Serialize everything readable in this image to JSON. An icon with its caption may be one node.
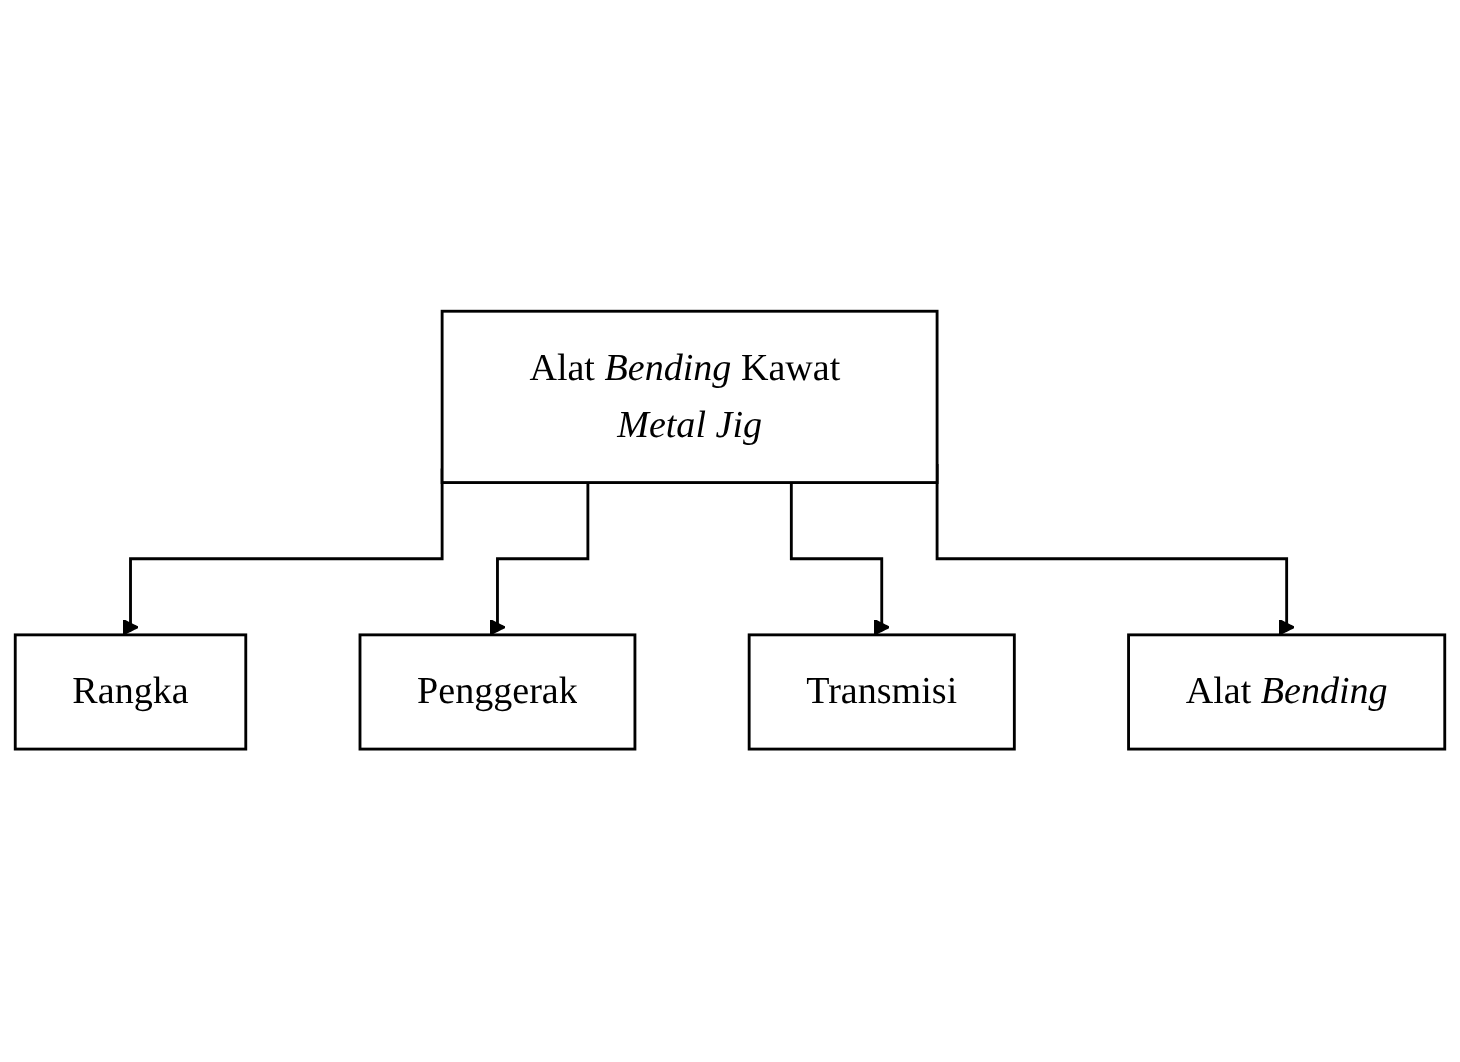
{
  "diagram": {
    "nodes": [
      {
        "text": [
          "Alat *Bending* Kawat *Metal Jig*"
        ]
      },
      {
        "text": [
          "Rangka"
        ]
      },
      {
        "text": [
          "Penggerak"
        ]
      },
      {
        "text": [
          "Transmisi"
        ]
      },
      {
        "text": [
          "Alat *Bending*"
        ]
      }
    ],
    "edges": [
      {
        "from": 0,
        "to": 1,
        "arrow": "to"
      },
      {
        "from": 0,
        "to": 2,
        "arrow": "to"
      },
      {
        "from": 0,
        "to": 3,
        "arrow": "to"
      },
      {
        "from": 0,
        "to": 4,
        "arrow": "to"
      }
    ]
  }
}
